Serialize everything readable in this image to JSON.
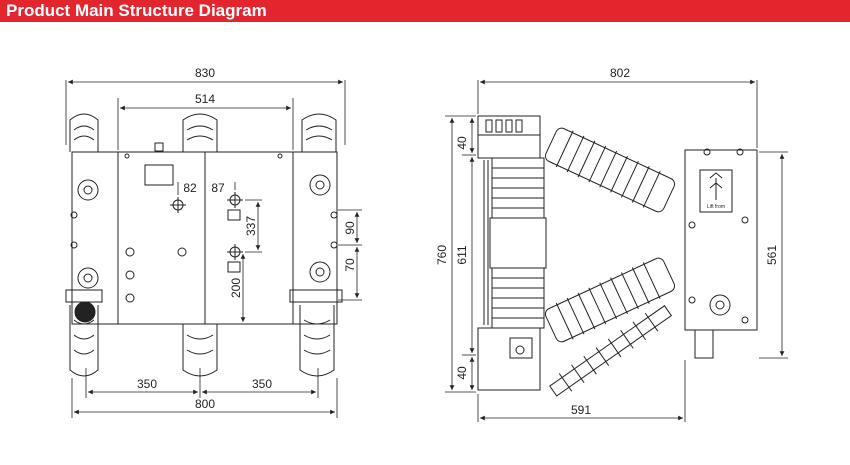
{
  "header": {
    "title": "Product Main Structure Diagram",
    "background_color": "#e3262d",
    "text_color": "#ffffff"
  },
  "front_view": {
    "dim_top_width": "830",
    "dim_inner_width": "514",
    "dim_82": "82",
    "dim_87": "87",
    "dim_337": "337",
    "dim_200": "200",
    "dim_90": "90",
    "dim_70": "70",
    "dim_left_spacing": "350",
    "dim_right_spacing": "350",
    "dim_bottom_width": "800"
  },
  "side_view": {
    "dim_top_width": "802",
    "dim_40_top": "40",
    "dim_40_bottom": "40",
    "dim_760": "760",
    "dim_611": "611",
    "dim_561": "561",
    "dim_591": "591",
    "lift_label": "Lift from"
  }
}
